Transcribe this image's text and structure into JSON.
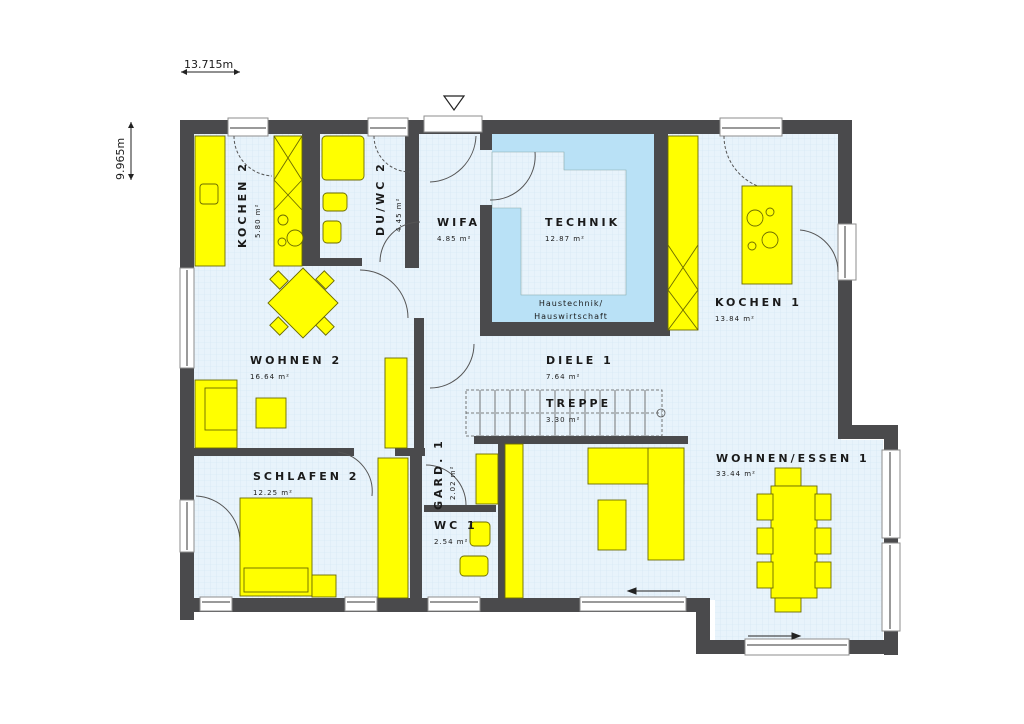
{
  "dimensions": {
    "width_label": "13.715m",
    "depth_label": "9.965m"
  },
  "colors": {
    "wall": "#4a4a4c",
    "floor": "#e8f3fb",
    "grid": "#cfe3f2",
    "technik_floor": "#b9e1f6",
    "furniture": "#ffff00",
    "furniture_stroke": "#6b6b00",
    "window_frame": "#9a9a9a",
    "text": "#1a1a1a"
  },
  "rooms": [
    {
      "id": "kochen2",
      "name": "KOCHEN 2",
      "area": "5.80 m²",
      "orientation": "vertical"
    },
    {
      "id": "duwc2",
      "name": "DU/WC 2",
      "area": "4.45 m²",
      "orientation": "vertical"
    },
    {
      "id": "wifa",
      "name": "WIFA",
      "area": "4.85 m²",
      "orientation": "horizontal"
    },
    {
      "id": "technik",
      "name": "TECHNIK",
      "area": "12.87 m²",
      "orientation": "horizontal",
      "note": "Haustechnik/ Hauswirtschaft"
    },
    {
      "id": "kochen1",
      "name": "KOCHEN 1",
      "area": "13.84 m²",
      "orientation": "horizontal"
    },
    {
      "id": "wohnen2",
      "name": "WOHNEN 2",
      "area": "16.64 m²",
      "orientation": "horizontal"
    },
    {
      "id": "diele1",
      "name": "DIELE 1",
      "area": "7.64 m²",
      "orientation": "horizontal"
    },
    {
      "id": "treppe",
      "name": "TREPPE",
      "area": "3.30 m²",
      "orientation": "horizontal"
    },
    {
      "id": "schlafen2",
      "name": "SCHLAFEN 2",
      "area": "12.25 m²",
      "orientation": "horizontal"
    },
    {
      "id": "gard1",
      "name": "GARD. 1",
      "area": "2.02 m²",
      "orientation": "vertical"
    },
    {
      "id": "wc1",
      "name": "WC 1",
      "area": "2.54 m²",
      "orientation": "horizontal"
    },
    {
      "id": "wohnenessen1",
      "name": "WOHNEN/ESSEN 1",
      "area": "33.44 m²",
      "orientation": "horizontal"
    }
  ],
  "technik_note": {
    "line1": "Haustechnik/",
    "line2": "Hauswirtschaft"
  },
  "entrance_marker": "entrance-triangle"
}
